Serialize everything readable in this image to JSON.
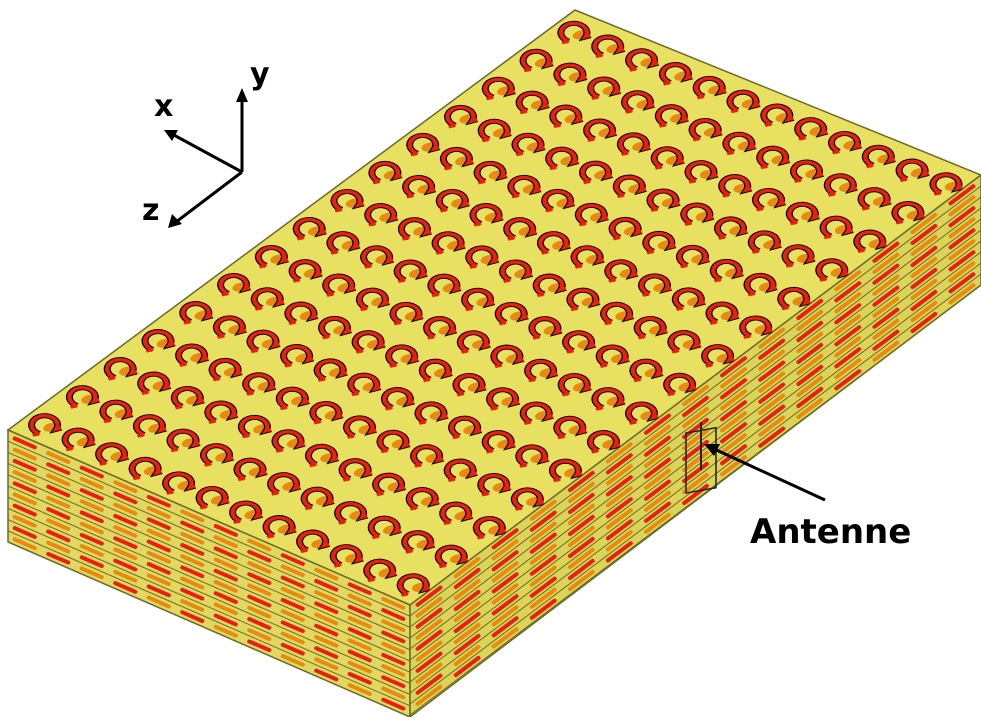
{
  "axes": {
    "x_label": "x",
    "y_label": "y",
    "z_label": "z"
  },
  "callout": {
    "label": "Antenne"
  },
  "structure": {
    "columns": 15,
    "rows": 12,
    "layers": 10
  },
  "colors": {
    "substrate": "#e8e060",
    "substrate_dark": "#c8c040",
    "ring": "#e82010",
    "ring_outline": "#000000",
    "inner_pattern": "#e88a10",
    "edge": "#6a6a2a"
  }
}
